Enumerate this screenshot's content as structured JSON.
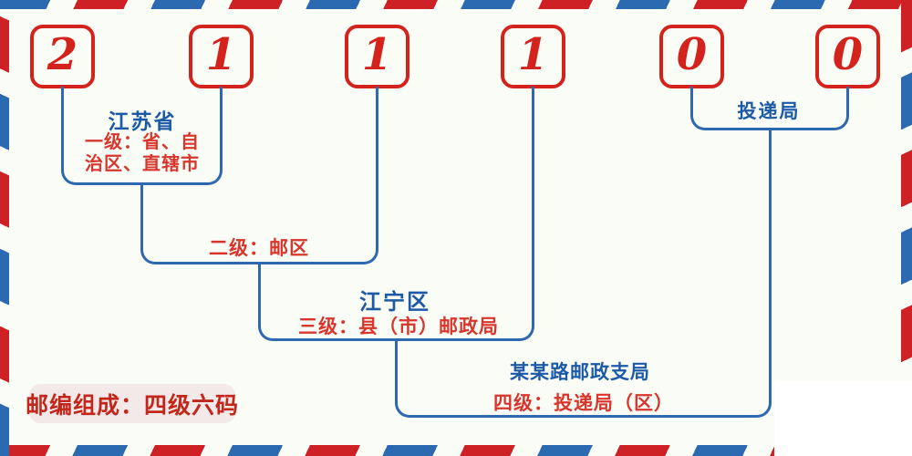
{
  "postal_code": {
    "value": "211100",
    "digits": [
      "2",
      "1",
      "1",
      "1",
      "0",
      "0"
    ]
  },
  "levels": {
    "level1": {
      "region": "江苏省",
      "label_line1": "一级：省、自",
      "label_line2": "治区、直辖市"
    },
    "level2": {
      "label": "二级：邮区"
    },
    "level3": {
      "region": "江宁区",
      "label": "三级：县（市）邮政局"
    },
    "level4": {
      "region": "某某路邮政支局",
      "label": "四级：投递局（区）"
    },
    "delivery_office": {
      "label": "投递局"
    }
  },
  "footer": {
    "badge_label": "邮编组成：四级六码"
  },
  "colors": {
    "bg": "#fafcf6",
    "digit-red": "#d4231d",
    "line-blue": "#2e68af",
    "heading-blue": "#1d5aa6",
    "label-red": "#d8352c",
    "badge-bg": "#f3e9e9",
    "badge-text": "#c3261b",
    "stripe-red": "#cd2126",
    "stripe-blue": "#2b6ab1"
  }
}
